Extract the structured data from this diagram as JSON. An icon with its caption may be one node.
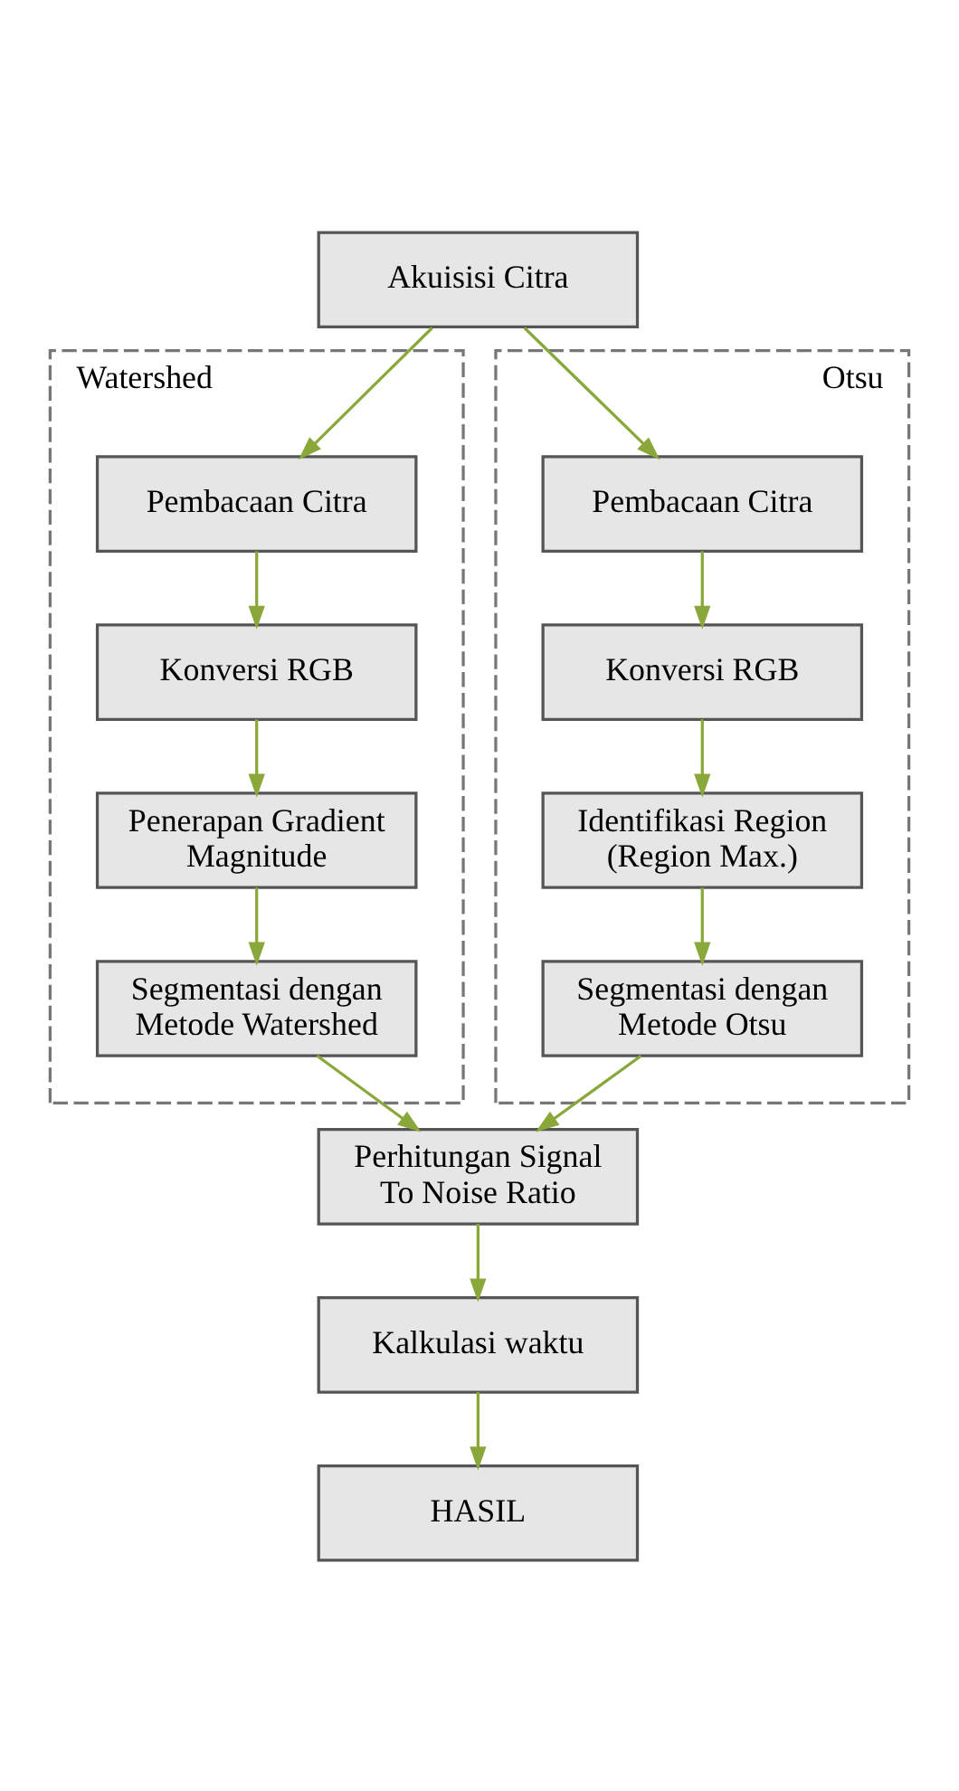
{
  "diagram": {
    "nodes": [
      {
        "text": [
          "Akuisisi Citra"
        ]
      },
      {
        "text": [
          "Watershed"
        ]
      },
      {
        "text": [
          "Pembacaan Citra"
        ],
        "in": 1
      },
      {
        "text": [
          "Konversi RGB"
        ],
        "in": 1
      },
      {
        "text": [
          "Penerapan Gradient Magnitude"
        ],
        "in": 1
      },
      {
        "text": [
          "Segmentasi dengan Metode Watershed"
        ],
        "in": 1
      },
      {
        "text": [
          "Otsu"
        ]
      },
      {
        "text": [
          "Pembacaan Citra"
        ],
        "in": 6
      },
      {
        "text": [
          "Konversi RGB"
        ],
        "in": 6
      },
      {
        "text": [
          "Identifikasi Region (Region Max.)"
        ],
        "in": 6
      },
      {
        "text": [
          "Segmentasi dengan Metode Otsu"
        ],
        "in": 6
      },
      {
        "text": [
          "Perhitungan Signal To Noise Ratio"
        ]
      },
      {
        "text": [
          "Kalkulasi waktu"
        ]
      },
      {
        "text": [
          "HASIL"
        ]
      }
    ],
    "edges": [
      {
        "from": 0,
        "to": 2,
        "arrow": "to"
      },
      {
        "from": 0,
        "to": 7,
        "arrow": "to"
      },
      {
        "from": 2,
        "to": 3,
        "arrow": "to"
      },
      {
        "from": 3,
        "to": 4,
        "arrow": "to"
      },
      {
        "from": 4,
        "to": 5,
        "arrow": "to"
      },
      {
        "from": 7,
        "to": 8,
        "arrow": "to"
      },
      {
        "from": 8,
        "to": 9,
        "arrow": "to"
      },
      {
        "from": 9,
        "to": 10,
        "arrow": "to"
      },
      {
        "from": 5,
        "to": 11,
        "arrow": "to"
      },
      {
        "from": 10,
        "to": 11,
        "arrow": "to"
      },
      {
        "from": 11,
        "to": 12,
        "arrow": "to"
      },
      {
        "from": 12,
        "to": 13,
        "arrow": "to"
      }
    ]
  }
}
